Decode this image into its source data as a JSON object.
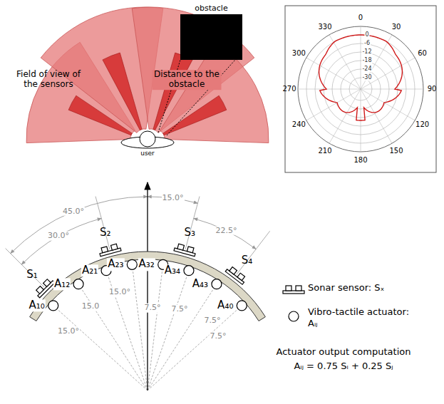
{
  "diagram": {
    "nodes": [
      {
        "text": [
          "obstacle"
        ]
      },
      {
        "text": [
          "user"
        ]
      }
    ],
    "labels": [
      "Field of view of the sensors",
      "Distance to the obstacle",
      "0",
      "30",
      "60",
      "90",
      "120",
      "150",
      "180",
      "210",
      "240",
      "270",
      "300",
      "330",
      "0",
      "-6",
      "-12",
      "-18",
      "-24",
      "-30",
      "45.0°",
      "30.0°",
      "15.0°",
      "22.5°",
      "S₁",
      "S₂",
      "S₃",
      "S₄",
      "A₁₀",
      "A₁₂",
      "A₂₁",
      "A₂₃",
      "A₃₂",
      "A₃₄",
      "A₄₃",
      "A₄₀",
      "15.0°",
      "15.0",
      "15.0°",
      "7.5°",
      "7.5°",
      "7.5°",
      "7.5°",
      "Actuator output computation",
      "Aᵢⱼ = 0.75 Sᵢ + 0.25 Sⱼ"
    ],
    "legend": [
      {
        "text": "Sonar sensor: Sₓ"
      },
      {
        "text": "Vibro-tactile actuator: Aᵢⱼ"
      }
    ]
  }
}
